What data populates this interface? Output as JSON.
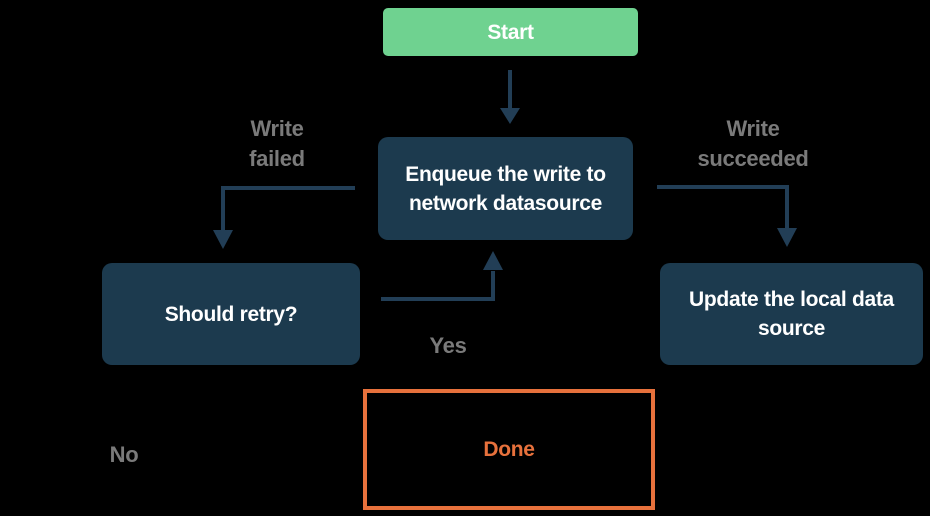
{
  "colors": {
    "background": "#000000",
    "node_fill": "#1c3a4e",
    "node_text": "#ffffff",
    "start_fill": "#6fd290",
    "arrow": "#223e56",
    "edge_label_gray": "#7a7a7a",
    "done_accent": "#e7713c"
  },
  "nodes": {
    "start": {
      "label": "Start"
    },
    "enqueue": {
      "label": "Enqueue the write to\nnetwork datasource"
    },
    "should_retry": {
      "label": "Should retry?"
    },
    "update_local": {
      "label": "Update the local data\nsource"
    },
    "done": {
      "label": "Done"
    }
  },
  "edge_labels": {
    "write_failed": "Write\nfailed",
    "write_succeeded": "Write\nsucceeded",
    "yes": "Yes",
    "no": "No"
  }
}
